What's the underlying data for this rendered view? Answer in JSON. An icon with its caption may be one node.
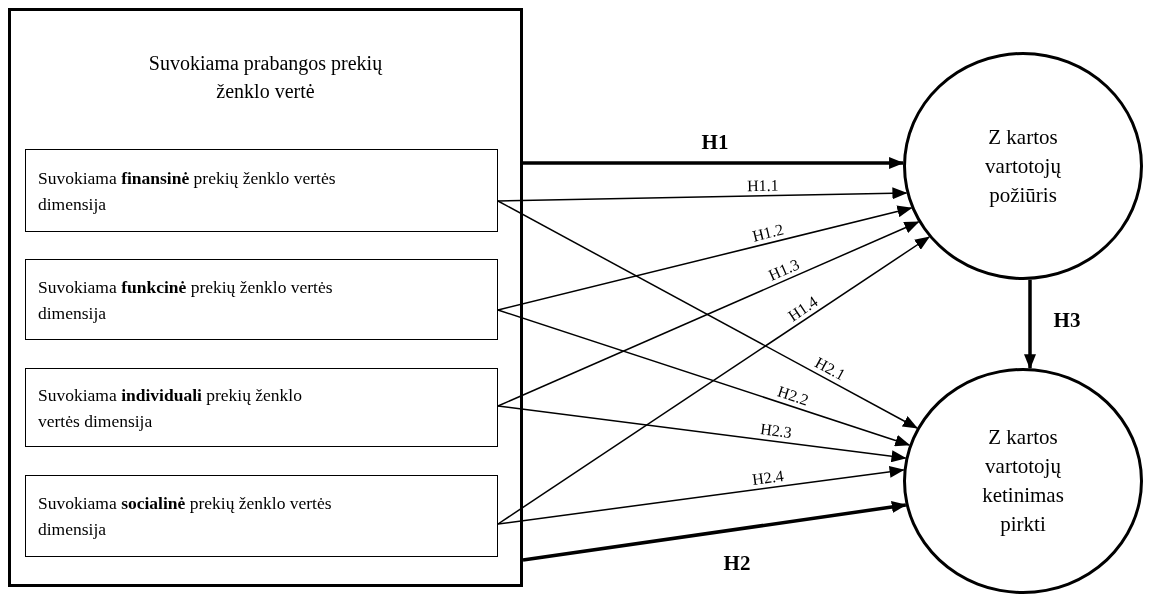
{
  "diagram": {
    "nodes": [
      {
        "text": [
          "Suvokiama prabangos prekių ženklo vertė"
        ]
      },
      {
        "text": [
          "Suvokiama **finansinė** prekių ženklo vertės dimensija"
        ],
        "in": 0
      },
      {
        "text": [
          "Suvokiama **funkcinė** prekių ženklo vertės dimensija"
        ],
        "in": 0
      },
      {
        "text": [
          "Suvokiama **individuali** prekių ženklo vertės dimensija"
        ],
        "in": 0
      },
      {
        "text": [
          "Suvokiama **socialinė** prekių ženklo vertės dimensija"
        ],
        "in": 0
      },
      {
        "text": [
          "Z kartos vartotojų požiūris"
        ]
      },
      {
        "text": [
          "Z kartos vartotojų ketinimas pirkti"
        ]
      }
    ],
    "edges": [
      {
        "from": 0,
        "to": 5,
        "arrow": "to",
        "label": "H1",
        "style": "thick"
      },
      {
        "from": 1,
        "to": 5,
        "arrow": "to",
        "label": "H1.1"
      },
      {
        "from": 2,
        "to": 5,
        "arrow": "to",
        "label": "H1.2"
      },
      {
        "from": 3,
        "to": 5,
        "arrow": "to",
        "label": "H1.3"
      },
      {
        "from": 4,
        "to": 5,
        "arrow": "to",
        "label": "H1.4"
      },
      {
        "from": 1,
        "to": 6,
        "arrow": "to",
        "label": "H2.1"
      },
      {
        "from": 2,
        "to": 6,
        "arrow": "to",
        "label": "H2.2"
      },
      {
        "from": 3,
        "to": 6,
        "arrow": "to",
        "label": "H2.3"
      },
      {
        "from": 4,
        "to": 6,
        "arrow": "to",
        "label": "H2.4"
      },
      {
        "from": 0,
        "to": 6,
        "arrow": "to",
        "label": "H2",
        "style": "thick"
      },
      {
        "from": 5,
        "to": 6,
        "arrow": "to",
        "label": "H3",
        "style": "thick"
      }
    ]
  }
}
